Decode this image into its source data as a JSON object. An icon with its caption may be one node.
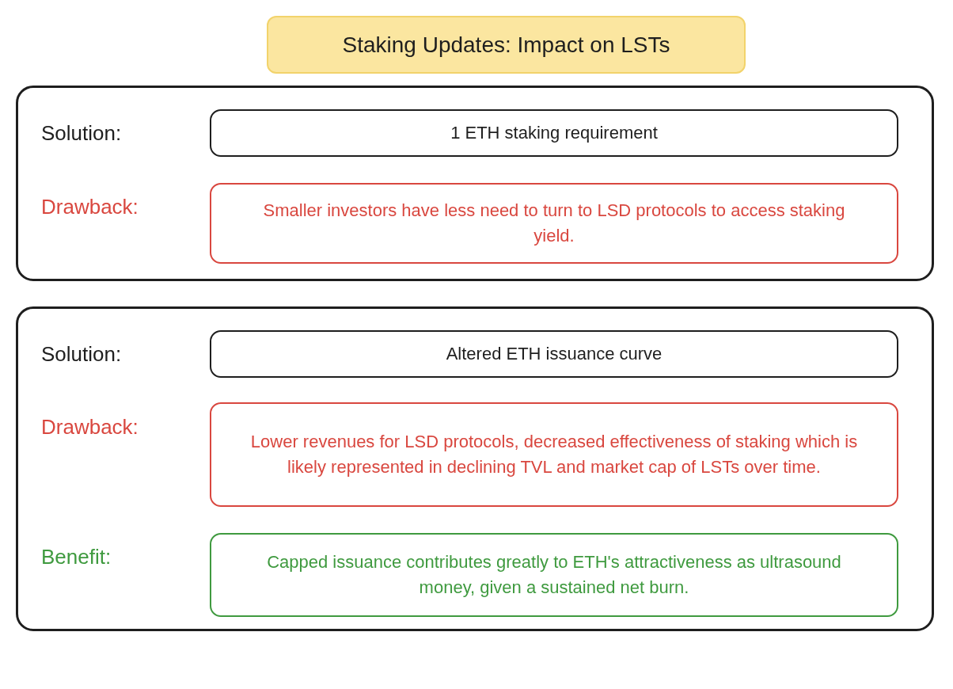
{
  "diagram": {
    "title": "Staking Updates: Impact on LSTs",
    "nodes": [
      {
        "text": [],
        "shape": "box"
      },
      {
        "text": [
          "1 ETH staking requirement"
        ],
        "in": 0
      },
      {
        "text": [
          "Smaller investors have less need to turn to LSD protocols to access staking yield."
        ],
        "in": 0
      },
      {
        "text": [],
        "shape": "box"
      },
      {
        "text": [
          "Altered ETH issuance curve"
        ],
        "in": 3
      },
      {
        "text": [
          "Lower revenues for LSD protocols, decreased effectiveness of staking which is likely represented in declining TVL and market cap of LSTs over time."
        ],
        "in": 3
      },
      {
        "text": [
          "Capped issuance contributes greatly to ETH's attractiveness as ultrasound money, given a sustained net burn."
        ],
        "in": 3
      }
    ],
    "edges": [],
    "labels": [
      "Solution:",
      "Drawback:",
      "Solution:",
      "Drawback:",
      "Benefit:"
    ]
  }
}
